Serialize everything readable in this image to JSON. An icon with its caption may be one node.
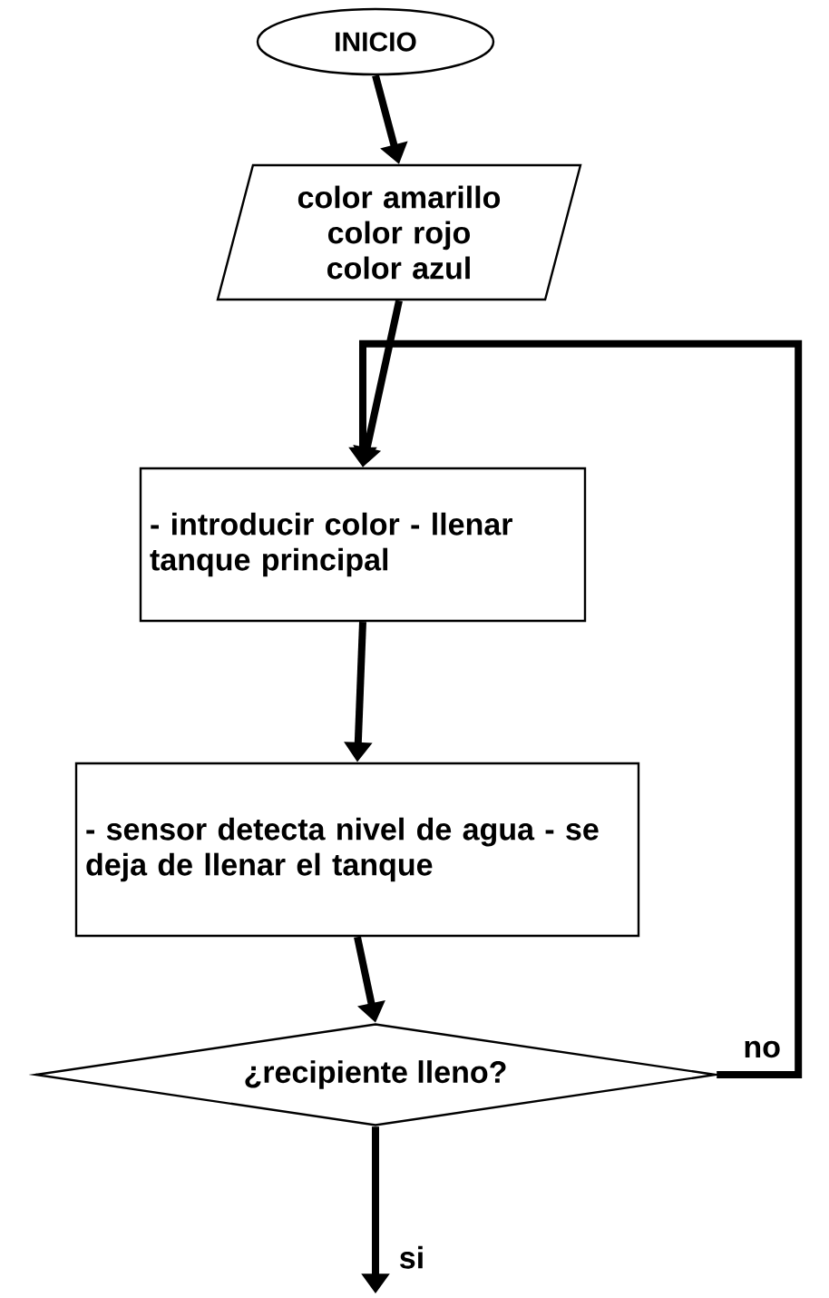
{
  "diagram": {
    "nodes": [
      {
        "text": [
          "INICIO"
        ]
      },
      {
        "text": [
          "color amarillo color rojo color azul"
        ]
      },
      {
        "text": [
          "- introducir color - llenar tanque principal"
        ]
      },
      {
        "text": [
          "- sensor detecta nivel de agua - se deja de llenar el tanque"
        ]
      },
      {
        "text": [
          "¿recipiente lleno?"
        ]
      }
    ],
    "edges": [
      {
        "from": 0,
        "to": 1,
        "arrow": "to"
      },
      {
        "from": 1,
        "to": 2,
        "arrow": "to"
      },
      {
        "from": 2,
        "to": 3,
        "arrow": "to"
      },
      {
        "from": 3,
        "to": 4,
        "arrow": "to"
      },
      {
        "from": 4,
        "to": 2,
        "arrow": "to",
        "label": "no"
      },
      {
        "from": 4,
        "to": null,
        "arrow": "to",
        "label": "si"
      }
    ]
  }
}
